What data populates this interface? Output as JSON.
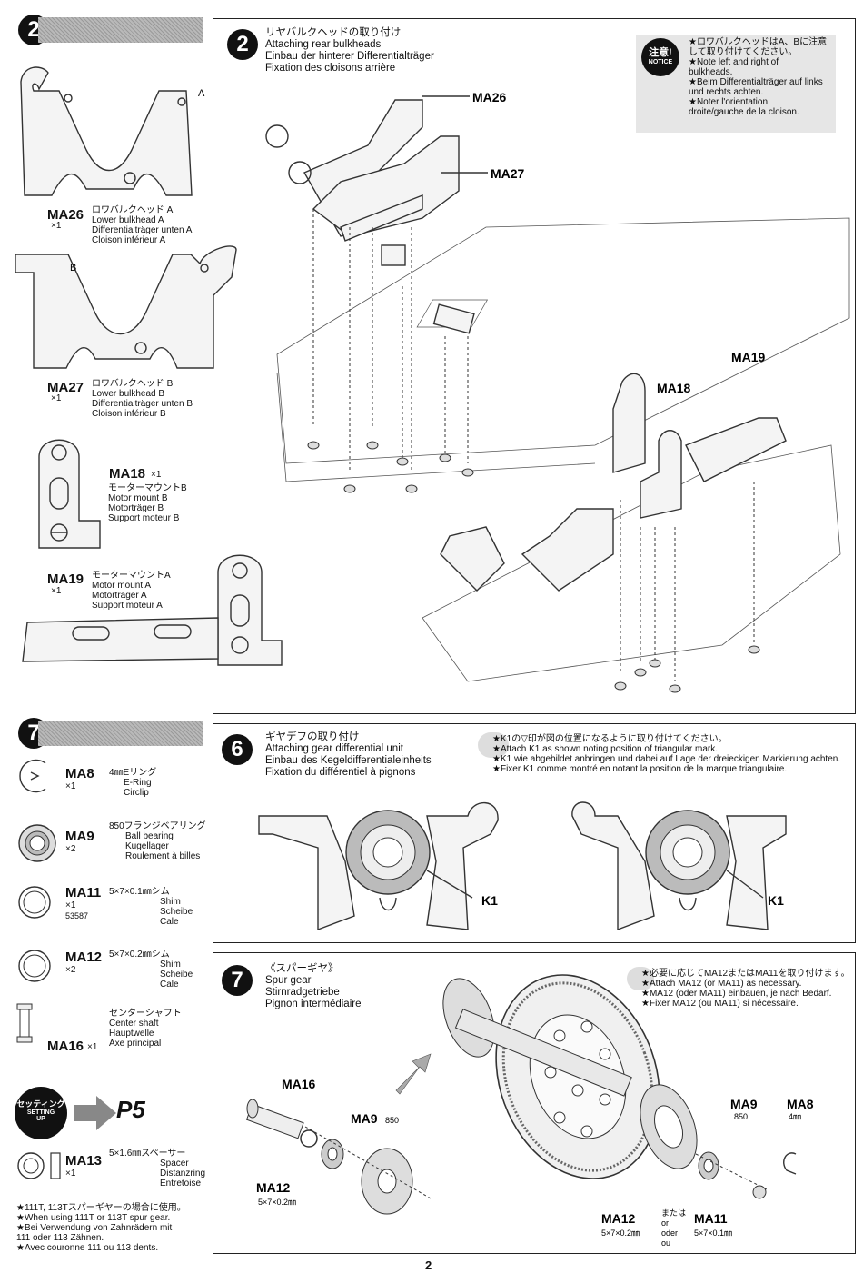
{
  "left_top": {
    "step_number": "2",
    "parts": [
      {
        "code": "MA26",
        "qty": "×1",
        "desc": [
          "ロワバルクヘッド A",
          "Lower bulkhead A",
          "Differentialträger unten A",
          "Cloison inférieur A"
        ]
      },
      {
        "code": "MA27",
        "qty": "×1",
        "desc": [
          "ロワバルクヘッド B",
          "Lower bulkhead B",
          "Differentialträger unten B",
          "Cloison inférieur B"
        ]
      },
      {
        "code": "MA18",
        "qty": "×1",
        "desc": [
          "モーターマウントB",
          "Motor mount B",
          "Motorträger B",
          "Support moteur B"
        ]
      },
      {
        "code": "MA19",
        "qty": "×1",
        "desc": [
          "モーターマウントA",
          "Motor mount A",
          "Motorträger A",
          "Support moteur A"
        ]
      }
    ],
    "marks": {
      "a": "A",
      "b": "B"
    }
  },
  "left_bottom": {
    "step_number": "7",
    "parts": [
      {
        "code": "MA8",
        "qty": "×1",
        "desc": [
          "4㎜Eリング",
          "E-Ring",
          "Circlip"
        ]
      },
      {
        "code": "MA9",
        "qty": "×2",
        "desc": [
          "850フランジベアリング",
          "Ball bearing",
          "Kugellager",
          "Roulement à billes"
        ]
      },
      {
        "code": "MA11",
        "qty": "×1",
        "extra": "53587",
        "desc": [
          "5×7×0.1㎜シム",
          "Shim",
          "Scheibe",
          "Cale"
        ]
      },
      {
        "code": "MA12",
        "qty": "×2",
        "desc": [
          "5×7×0.2㎜シム",
          "Shim",
          "Scheibe",
          "Cale"
        ]
      },
      {
        "code": "MA16",
        "qty": "×1",
        "desc": [
          "センターシャフト",
          "Center shaft",
          "Hauptwelle",
          "Axe principal"
        ]
      },
      {
        "code": "MA13",
        "qty": "×1",
        "desc": [
          "5×1.6㎜スペーサー",
          "Spacer",
          "Distanzring",
          "Entretoise"
        ]
      }
    ],
    "setting_badge": [
      "セッティング",
      "SETTING",
      "UP"
    ],
    "setting_page": "P5",
    "footnote": [
      "★111T, 113Tスパーギヤーの場合に使用。",
      "★When using 111T or 113T spur gear.",
      "★Bei Verwendung von Zahnrädern mit",
      "111 oder 113 Zähnen.",
      "★Avec couronne 111 ou 113 dents."
    ]
  },
  "step2": {
    "number": "2",
    "title": [
      "リヤバルクヘッドの取り付け",
      "Attaching rear bulkheads",
      "Einbau der hinterer Differentialträger",
      "Fixation des cloisons arrière"
    ],
    "notice_badge": [
      "注意!",
      "NOTICE"
    ],
    "notice": [
      "★ロワバルクヘッドはA、Bに注意",
      "して取り付けてください。",
      "★Note left and right of",
      "bulkheads.",
      "★Beim Differentialträger auf links",
      "und rechts achten.",
      "★Noter l'orientation",
      "droite/gauche de la cloison."
    ],
    "labels": {
      "ma26": "MA26",
      "ma27": "MA27",
      "ma18": "MA18",
      "ma19": "MA19"
    }
  },
  "step6": {
    "number": "6",
    "title": [
      "ギヤデフの取り付け",
      "Attaching gear differential unit",
      "Einbau des Kegeldifferentialeinheits",
      "Fixation du différentiel à pignons"
    ],
    "notice": [
      "★K1の▽印が図の位置になるように取り付けてください。",
      "★Attach K1 as shown noting position of triangular mark.",
      "★K1 wie abgebildet anbringen und dabei auf Lage der dreieckigen Markierung achten.",
      "★Fixer K1 comme montré en notant la position de la marque triangulaire."
    ],
    "label_left": "K1",
    "label_right": "K1"
  },
  "step7": {
    "number": "7",
    "title": [
      "《スパーギヤ》",
      "Spur gear",
      "Stirnradgetriebe",
      "Pignon intermédiaire"
    ],
    "notice": [
      "★必要に応じてMA12またはMA11を取り付けます。",
      "★Attach MA12 (or MA11) as necessary.",
      "★MA12 (oder MA11) einbauen, je nach Bedarf.",
      "★Fixer MA12 (ou MA11) si nécessaire."
    ],
    "labels": {
      "ma16": "MA16",
      "ma9_left": "MA9",
      "ma9_left_size": "850",
      "ma12_left": "MA12",
      "ma12_left_size": "5×7×0.2㎜",
      "ma9_right": "MA9",
      "ma9_right_size": "850",
      "ma8": "MA8",
      "ma8_size": "4㎜",
      "ma12_bottom": "MA12",
      "ma12_bottom_size": "5×7×0.2㎜",
      "or": [
        "または",
        "or",
        "oder",
        "ou"
      ],
      "ma11_bottom": "MA11",
      "ma11_bottom_size": "5×7×0.1㎜"
    }
  },
  "page_number": "2"
}
